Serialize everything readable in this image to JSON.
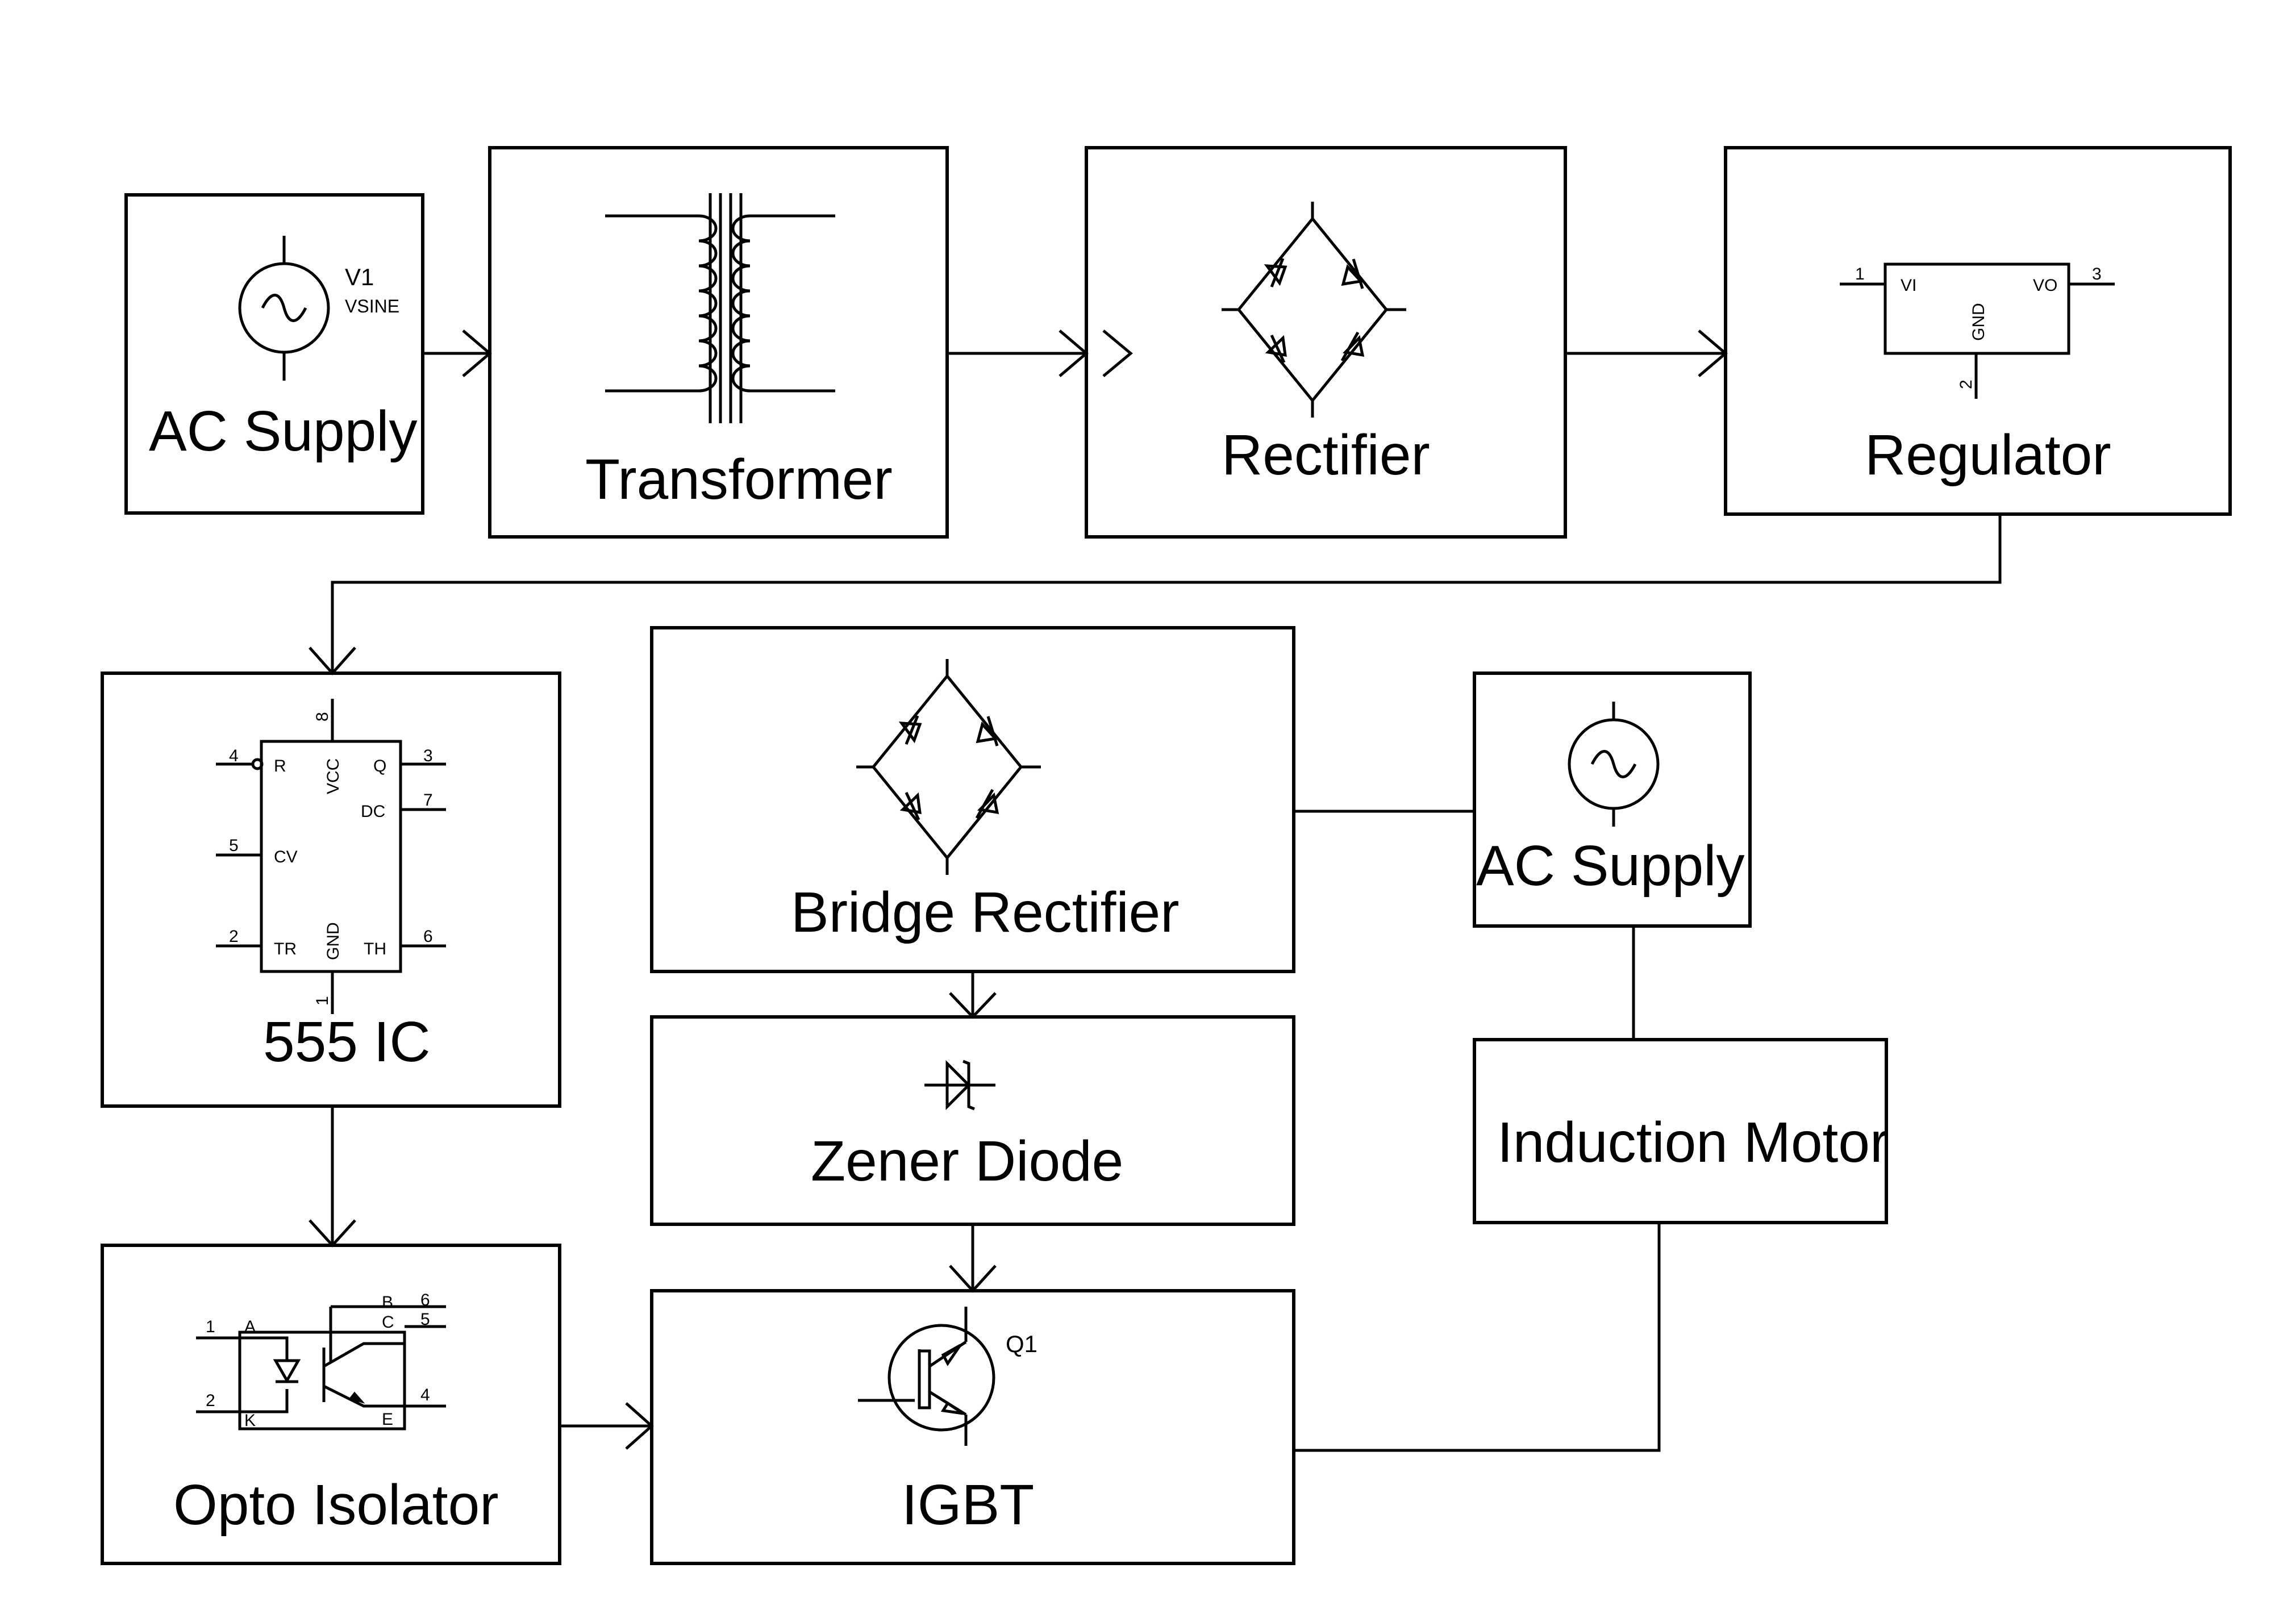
{
  "blocks": {
    "ac_supply_top": {
      "label": "AC Supply",
      "ref": "V1",
      "part": "VSINE"
    },
    "transformer": {
      "label": "Transformer"
    },
    "rectifier": {
      "label": "Rectifier"
    },
    "regulator": {
      "label": "Regulator",
      "pins": {
        "vi": "VI",
        "vo": "VO",
        "gnd": "GND",
        "p1": "1",
        "p2": "2",
        "p3": "3"
      }
    },
    "timer_555": {
      "label": "555 IC",
      "pins": {
        "r": "R",
        "q": "Q",
        "dc": "DC",
        "cv": "CV",
        "tr": "TR",
        "th": "TH",
        "vcc": "VCC",
        "gnd": "GND",
        "n1": "1",
        "n2": "2",
        "n3": "3",
        "n4": "4",
        "n5": "5",
        "n6": "6",
        "n7": "7",
        "n8": "8"
      }
    },
    "bridge_rectifier": {
      "label": "Bridge Rectifier"
    },
    "ac_supply_right": {
      "label": "AC Supply"
    },
    "zener_diode": {
      "label": "Zener Diode"
    },
    "induction_motor": {
      "label": "Induction Motor"
    },
    "opto_isolator": {
      "label": "Opto Isolator",
      "pins": {
        "a": "A",
        "k": "K",
        "b": "B",
        "c": "C",
        "e": "E",
        "n1": "1",
        "n2": "2",
        "n4": "4",
        "n5": "5",
        "n6": "6"
      }
    },
    "igbt": {
      "label": "IGBT",
      "ref": "Q1"
    }
  }
}
